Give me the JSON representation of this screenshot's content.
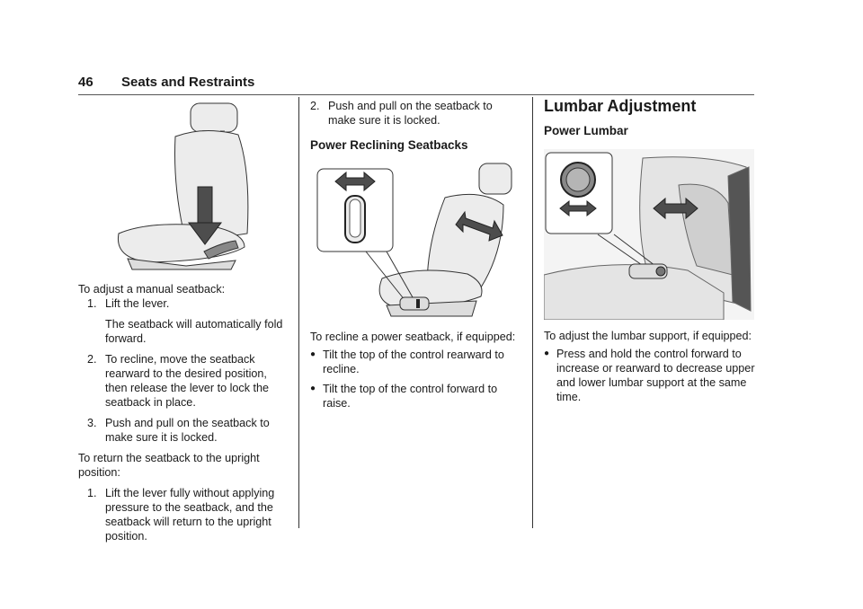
{
  "header": {
    "page_number": "46",
    "section": "Seats and Restraints"
  },
  "col1": {
    "intro": "To adjust a manual seatback:",
    "steps": [
      {
        "n": "1.",
        "text": "Lift the lever."
      },
      {
        "n": "2.",
        "text": "To recline, move the seatback rearward to the desired position, then release the lever to lock the seatback in place."
      },
      {
        "n": "3.",
        "text": "Push and pull on the seatback to make sure it is locked."
      }
    ],
    "step1_note": "The seatback will automatically fold forward.",
    "return_intro": "To return the seatback to the upright position:",
    "return_steps": [
      {
        "n": "1.",
        "text": "Lift the lever fully without applying pressure to the seatback, and the seatback will return to the upright position."
      }
    ]
  },
  "col2": {
    "step2": {
      "n": "2.",
      "text": "Push and pull on the seatback to make sure it is locked."
    },
    "heading": "Power Reclining Seatbacks",
    "intro": "To recline a power seatback, if equipped:",
    "bullets": [
      "Tilt the top of the control rearward to recline.",
      "Tilt the top of the control forward to raise."
    ]
  },
  "col3": {
    "heading": "Lumbar Adjustment",
    "subheading": "Power Lumbar",
    "intro": "To adjust the lumbar support, if equipped:",
    "bullets": [
      "Press and hold the control forward to increase or rearward to decrease upper and lower lumbar support at the same time."
    ]
  },
  "colors": {
    "arrow": "#4d4d4d",
    "seat_fill": "#ececec",
    "line": "#333333"
  }
}
